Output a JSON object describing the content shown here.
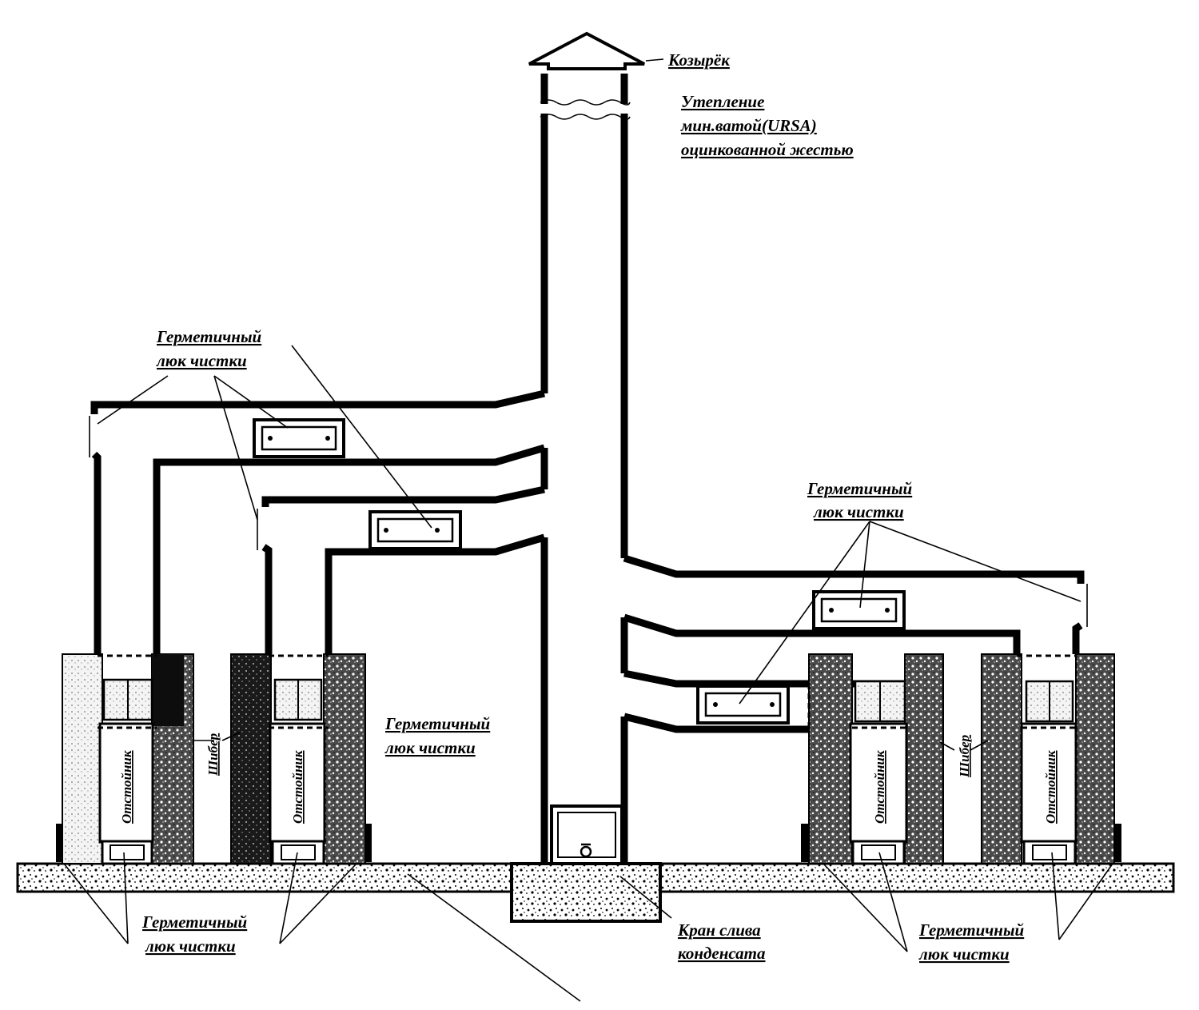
{
  "labels": {
    "cap": "Козырёк",
    "insulation_1": "Утепление",
    "insulation_2": "мин.ватой(URSA)",
    "insulation_3": "оцинкованной жестью",
    "hatch_1": "Герметичный",
    "hatch_2": "люк чистки",
    "settler": "Отстойник",
    "damper": "Шибер",
    "drain_1": "Кран слива",
    "drain_2": "конденсата"
  },
  "colors": {
    "line": "#000000",
    "background": "#ffffff",
    "fill": "#ffffff"
  }
}
